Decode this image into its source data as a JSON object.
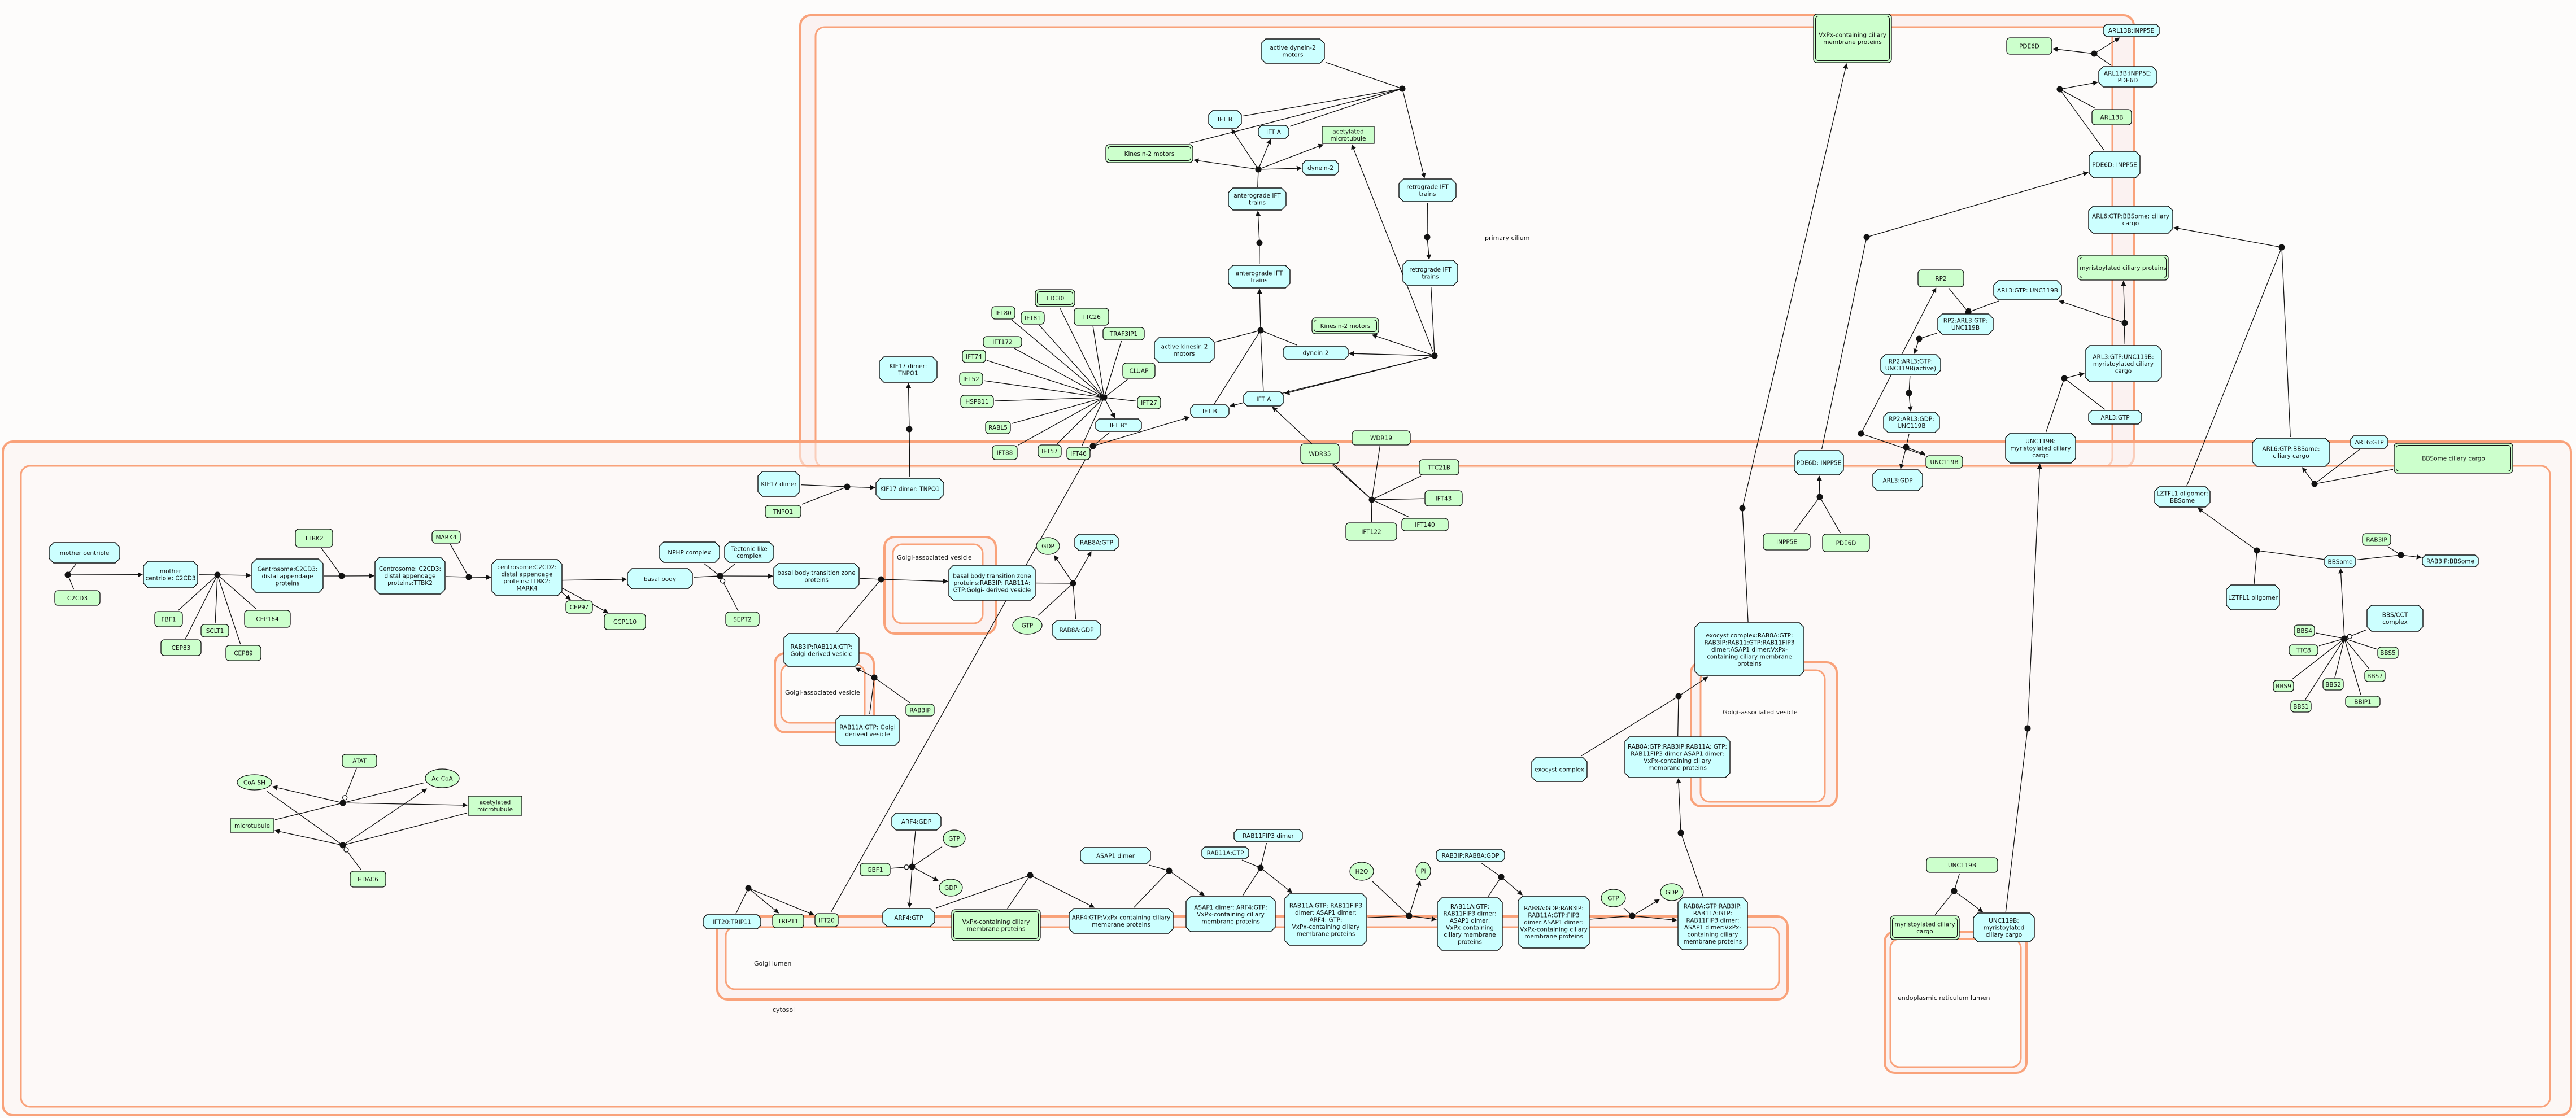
{
  "diagram": {
    "colors": {
      "complex_fill": "#ccffff",
      "entity_fill": "#ccffcc",
      "compartment_stroke": "#f9a27a",
      "compartment_fill": "#fbf2f1",
      "compartment_inner_fill": "#fdfbfa"
    }
  },
  "compartments": [
    {
      "id": "cilium",
      "label": "primary cilium"
    },
    {
      "id": "cytosol",
      "label": "cytosol"
    },
    {
      "id": "vesicle_a",
      "label": "Golgi-associated vesicle"
    },
    {
      "id": "vesicle_b",
      "label": "Golgi-associated vesicle"
    },
    {
      "id": "vesicle_c",
      "label": "Golgi-associated vesicle"
    },
    {
      "id": "golgi",
      "label": "Golgi lumen"
    },
    {
      "id": "er",
      "label": "endoplasmic reticulum lumen"
    }
  ],
  "nodes": [
    {
      "label": "active dynein-2 motors",
      "kind": "complex"
    },
    {
      "label": "IFT B",
      "kind": "complex"
    },
    {
      "label": "IFT A",
      "kind": "complex"
    },
    {
      "label": "acetylated microtubule",
      "kind": "polymer"
    },
    {
      "label": "Kinesin-2 motors",
      "kind": "set"
    },
    {
      "label": "dynein-2",
      "kind": "complex"
    },
    {
      "label": "anterograde IFT trains",
      "kind": "complex"
    },
    {
      "label": "anterograde IFT trains",
      "kind": "complex"
    },
    {
      "label": "retrograde IFT trains",
      "kind": "complex"
    },
    {
      "label": "retrograde IFT trains",
      "kind": "complex"
    },
    {
      "label": "VxPx-containing ciliary membrane proteins",
      "kind": "set"
    },
    {
      "label": "PDE6D",
      "kind": "protein"
    },
    {
      "label": "ARL13B:INPP5E",
      "kind": "complex"
    },
    {
      "label": "ARL13B:INPP5E: PDE6D",
      "kind": "complex"
    },
    {
      "label": "ARL13B",
      "kind": "protein"
    },
    {
      "label": "PDE6D: INPP5E",
      "kind": "complex"
    },
    {
      "label": "ARL6:GTP:BBSome: ciliary cargo",
      "kind": "complex"
    },
    {
      "label": "myristoylated ciliary proteins",
      "kind": "set"
    },
    {
      "label": "RP2",
      "kind": "protein"
    },
    {
      "label": "ARL3:GTP: UNC119B",
      "kind": "complex"
    },
    {
      "label": "RP2:ARL3:GTP: UNC119B",
      "kind": "complex"
    },
    {
      "label": "RP2:ARL3:GTP: UNC119B(active)",
      "kind": "complex"
    },
    {
      "label": "RP2:ARL3:GDP: UNC119B",
      "kind": "complex"
    },
    {
      "label": "ARL3:GTP",
      "kind": "complex"
    },
    {
      "label": "ARL3:GTP:UNC119B: myristoylated ciliary cargo",
      "kind": "complex"
    },
    {
      "label": "UNC119B: myristoylated ciliary cargo",
      "kind": "complex"
    },
    {
      "label": "UNC119B",
      "kind": "protein"
    },
    {
      "label": "ARL3:GDP",
      "kind": "complex"
    },
    {
      "label": "PDE6D: INPP5E",
      "kind": "complex"
    },
    {
      "label": "INPP5E",
      "kind": "protein"
    },
    {
      "label": "PDE6D",
      "kind": "protein"
    },
    {
      "label": "ARL6:GTP:BBSome: ciliary cargo",
      "kind": "complex"
    },
    {
      "label": "ARL6:GTP",
      "kind": "complex"
    },
    {
      "label": "BBSome ciliary cargo",
      "kind": "set"
    },
    {
      "label": "LZTFL1 oligomer: BBSome",
      "kind": "complex"
    },
    {
      "label": "LZTFL1 oligomer",
      "kind": "complex"
    },
    {
      "label": "RAB3IP",
      "kind": "protein"
    },
    {
      "label": "BBSome",
      "kind": "complex"
    },
    {
      "label": "RAB3IP:BBSome",
      "kind": "complex"
    },
    {
      "label": "BBS/CCT complex",
      "kind": "complex"
    },
    {
      "label": "BBS4",
      "kind": "protein"
    },
    {
      "label": "TTC8",
      "kind": "protein"
    },
    {
      "label": "BBS5",
      "kind": "protein"
    },
    {
      "label": "BBS7",
      "kind": "protein"
    },
    {
      "label": "BBS9",
      "kind": "protein"
    },
    {
      "label": "BBS2",
      "kind": "protein"
    },
    {
      "label": "BBIP1",
      "kind": "protein"
    },
    {
      "label": "BBS1",
      "kind": "protein"
    },
    {
      "label": "TTC30",
      "kind": "set"
    },
    {
      "label": "IFT80",
      "kind": "protein"
    },
    {
      "label": "IFT81",
      "kind": "protein"
    },
    {
      "label": "TTC26",
      "kind": "protein"
    },
    {
      "label": "TRAF3IP1",
      "kind": "protein"
    },
    {
      "label": "IFT172",
      "kind": "protein"
    },
    {
      "label": "IFT74",
      "kind": "protein"
    },
    {
      "label": "IFT52",
      "kind": "protein"
    },
    {
      "label": "HSPB11",
      "kind": "protein"
    },
    {
      "label": "CLUAP",
      "kind": "protein"
    },
    {
      "label": "IFT27",
      "kind": "protein"
    },
    {
      "label": "RABL5",
      "kind": "protein"
    },
    {
      "label": "IFT88",
      "kind": "protein"
    },
    {
      "label": "IFT57",
      "kind": "protein"
    },
    {
      "label": "IFT46",
      "kind": "protein"
    },
    {
      "label": "IFT B*",
      "kind": "complex"
    },
    {
      "label": "active kinesin-2 motors",
      "kind": "complex"
    },
    {
      "label": "Kinesin-2 motors",
      "kind": "set"
    },
    {
      "label": "dynein-2",
      "kind": "complex"
    },
    {
      "label": "IFT B",
      "kind": "complex"
    },
    {
      "label": "IFT A",
      "kind": "complex"
    },
    {
      "label": "WDR35",
      "kind": "protein"
    },
    {
      "label": "WDR19",
      "kind": "protein"
    },
    {
      "label": "TTC21B",
      "kind": "protein"
    },
    {
      "label": "IFT43",
      "kind": "protein"
    },
    {
      "label": "IFT140",
      "kind": "protein"
    },
    {
      "label": "IFT122",
      "kind": "protein"
    },
    {
      "label": "KIF17 dimer: TNPO1",
      "kind": "complex"
    },
    {
      "label": "KIF17 dimer",
      "kind": "complex"
    },
    {
      "label": "TNPO1",
      "kind": "protein"
    },
    {
      "label": "KIF17 dimer: TNPO1",
      "kind": "complex"
    },
    {
      "label": "mother centriole",
      "kind": "complex"
    },
    {
      "label": "C2CD3",
      "kind": "protein"
    },
    {
      "label": "mother centriole: C2CD3",
      "kind": "complex"
    },
    {
      "label": "FBF1",
      "kind": "protein"
    },
    {
      "label": "SCLT1",
      "kind": "protein"
    },
    {
      "label": "CEP83",
      "kind": "protein"
    },
    {
      "label": "CEP89",
      "kind": "protein"
    },
    {
      "label": "CEP164",
      "kind": "protein"
    },
    {
      "label": "Centrosome:C2CD3: distal appendage proteins",
      "kind": "complex"
    },
    {
      "label": "TTBK2",
      "kind": "protein"
    },
    {
      "label": "Centrosome: C2CD3:distal appendage proteins:TTBK2",
      "kind": "complex"
    },
    {
      "label": "MARK4",
      "kind": "protein"
    },
    {
      "label": "centrosome:C2CD2: distal appendage proteins:TTBK2: MARK4",
      "kind": "complex"
    },
    {
      "label": "CEP97",
      "kind": "protein"
    },
    {
      "label": "CCP110",
      "kind": "protein"
    },
    {
      "label": "basal body",
      "kind": "complex"
    },
    {
      "label": "NPHP complex",
      "kind": "complex"
    },
    {
      "label": "Tectonic-like complex",
      "kind": "complex"
    },
    {
      "label": "SEPT2",
      "kind": "protein"
    },
    {
      "label": "basal body:transition zone proteins",
      "kind": "complex"
    },
    {
      "label": "basal body:transition zone proteins:RAB3IP: RAB11A:GTP:Golgi- derived vesicle",
      "kind": "complex"
    },
    {
      "label": "GDP",
      "kind": "chemical"
    },
    {
      "label": "RAB8A:GTP",
      "kind": "complex"
    },
    {
      "label": "GTP",
      "kind": "chemical"
    },
    {
      "label": "RAB8A:GDP",
      "kind": "complex"
    },
    {
      "label": "RAB3IP:RAB11A:GTP: Golgi-derived vesicle",
      "kind": "complex"
    },
    {
      "label": "RAB11A:GTP: Golgi derived vesicle",
      "kind": "complex"
    },
    {
      "label": "RAB3IP",
      "kind": "protein"
    },
    {
      "label": "ATAT",
      "kind": "protein"
    },
    {
      "label": "CoA-SH",
      "kind": "chemical"
    },
    {
      "label": "Ac-CoA",
      "kind": "chemical"
    },
    {
      "label": "microtubule",
      "kind": "polymer"
    },
    {
      "label": "acetylated microtubule",
      "kind": "polymer"
    },
    {
      "label": "HDAC6",
      "kind": "protein"
    },
    {
      "label": "ARF4:GDP",
      "kind": "complex"
    },
    {
      "label": "GTP",
      "kind": "chemical"
    },
    {
      "label": "GBF1",
      "kind": "protein"
    },
    {
      "label": "GDP",
      "kind": "chemical"
    },
    {
      "label": "IFT20:TRIP11",
      "kind": "complex"
    },
    {
      "label": "TRIP11",
      "kind": "protein"
    },
    {
      "label": "IFT20",
      "kind": "protein"
    },
    {
      "label": "ARF4:GTP",
      "kind": "complex"
    },
    {
      "label": "VxPx-containing ciliary membrane proteins",
      "kind": "set"
    },
    {
      "label": "ARF4:GTP:VxPx-containing ciliary membrane proteins",
      "kind": "complex"
    },
    {
      "label": "ASAP1 dimer",
      "kind": "complex"
    },
    {
      "label": "RAB11A:GTP",
      "kind": "complex"
    },
    {
      "label": "RAB11FIP3 dimer",
      "kind": "complex"
    },
    {
      "label": "ASAP1 dimer: ARF4:GTP: VxPx-containing ciliary membrane proteins",
      "kind": "complex"
    },
    {
      "label": "RAB11A:GTP: RAB11FIP3 dimer: ASAP1 dimer:ARF4: GTP:VxPx-containing ciliary membrane proteins",
      "kind": "complex"
    },
    {
      "label": "H2O",
      "kind": "chemical"
    },
    {
      "label": "Pi",
      "kind": "chemical"
    },
    {
      "label": "RAB3IP:RAB8A:GDP",
      "kind": "complex"
    },
    {
      "label": "RAB11A:GTP: RAB11FIP3 dimer: ASAP1 dimer: VxPx-containing ciliary membrane proteins",
      "kind": "complex"
    },
    {
      "label": "RAB8A:GDP:RAB3IP: RAB11A:GTP:FIP3 dimer:ASAP1 dimer: VxPx-containing ciliary membrane proteins",
      "kind": "complex"
    },
    {
      "label": "GTP",
      "kind": "chemical"
    },
    {
      "label": "GDP",
      "kind": "chemical"
    },
    {
      "label": "RAB8A:GTP:RAB3IP: RAB11A:GTP: RAB11FIP3 dimer: ASAP1 dimer:VxPx- containing ciliary membrane proteins",
      "kind": "complex"
    },
    {
      "label": "exocyst complex:RAB8A:GTP: RAB3IP:RAB11:GTP:RAB11FIP3 dimer:ASAP1 dimer:VxPx- containing ciliary membrane proteins",
      "kind": "complex"
    },
    {
      "label": "RAB8A:GTP:RAB3IP:RAB11A: GTP:RAB11FIP3 dimer:ASAP1 dimer:VxPx-containing ciliary membrane proteins",
      "kind": "complex"
    },
    {
      "label": "exocyst complex",
      "kind": "complex"
    },
    {
      "label": "UNC119B",
      "kind": "protein"
    },
    {
      "label": "myristoylated ciliary cargo",
      "kind": "set"
    },
    {
      "label": "UNC119B: myristoylated ciliary cargo",
      "kind": "complex"
    }
  ]
}
